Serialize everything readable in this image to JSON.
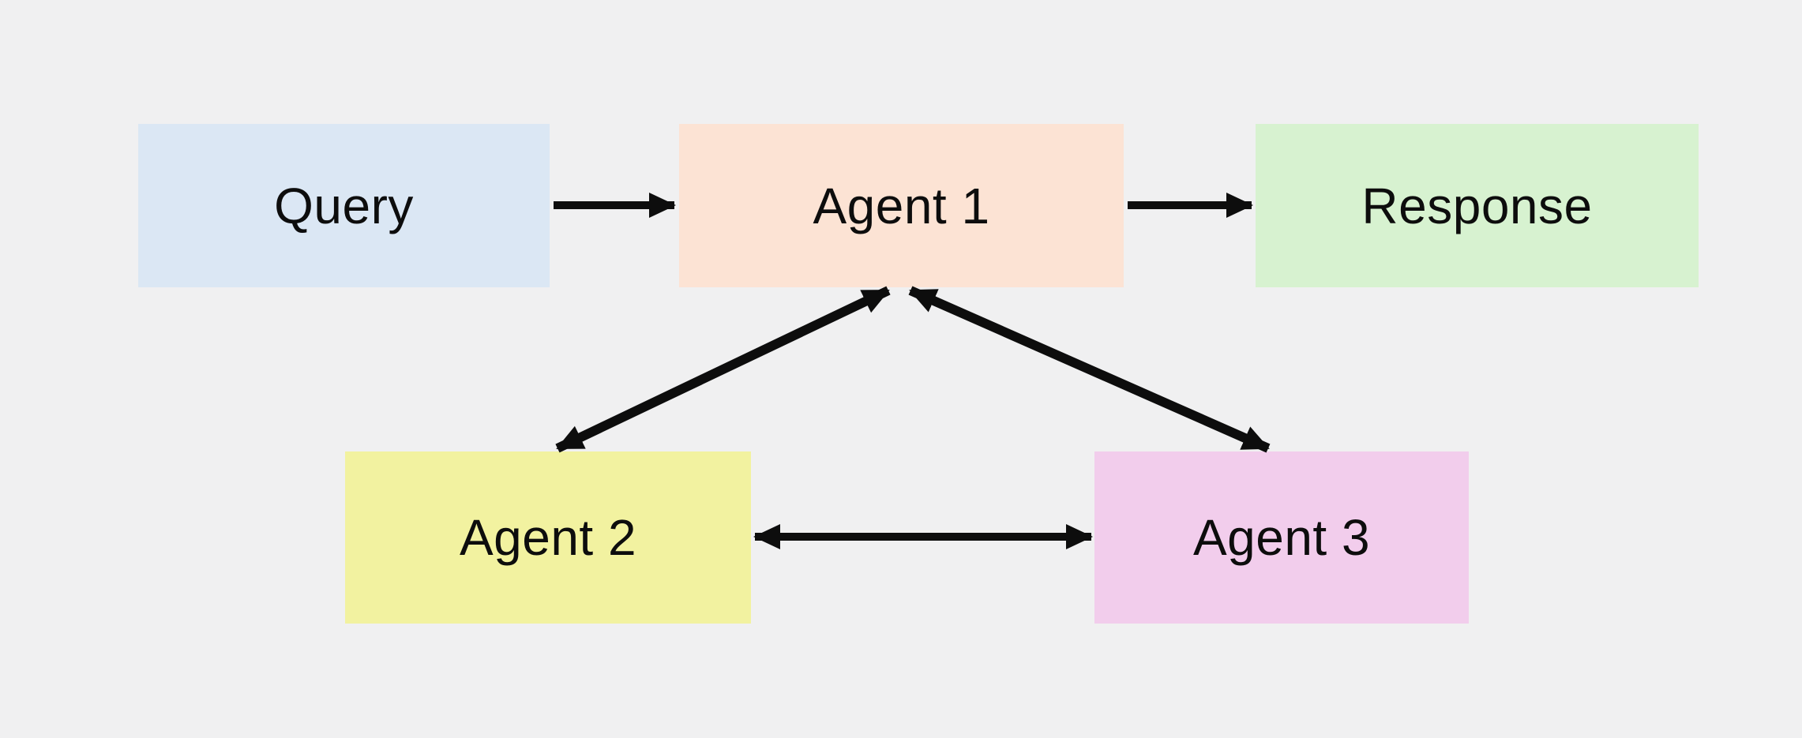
{
  "diagram": {
    "background_color": "#f0f0f1",
    "arrow_color": "#0d0d0d",
    "text_color": "#0d0d0d",
    "nodes": [
      {
        "id": "query",
        "label": "Query",
        "fill": "#dbe7f4",
        "row": "top"
      },
      {
        "id": "agent1",
        "label": "Agent 1",
        "fill": "#fce3d4",
        "row": "top"
      },
      {
        "id": "response",
        "label": "Response",
        "fill": "#d7f2d0",
        "row": "top"
      },
      {
        "id": "agent2",
        "label": "Agent 2",
        "fill": "#f2f2a0",
        "row": "bottom"
      },
      {
        "id": "agent3",
        "label": "Agent 3",
        "fill": "#f2cdec",
        "row": "bottom"
      }
    ],
    "edges": [
      {
        "from": "Query",
        "to": "Agent 1",
        "direction": "one-way"
      },
      {
        "from": "Agent 1",
        "to": "Response",
        "direction": "one-way"
      },
      {
        "from": "Agent 1",
        "to": "Agent 2",
        "direction": "two-way"
      },
      {
        "from": "Agent 1",
        "to": "Agent 3",
        "direction": "two-way"
      },
      {
        "from": "Agent 2",
        "to": "Agent 3",
        "direction": "two-way"
      }
    ]
  }
}
